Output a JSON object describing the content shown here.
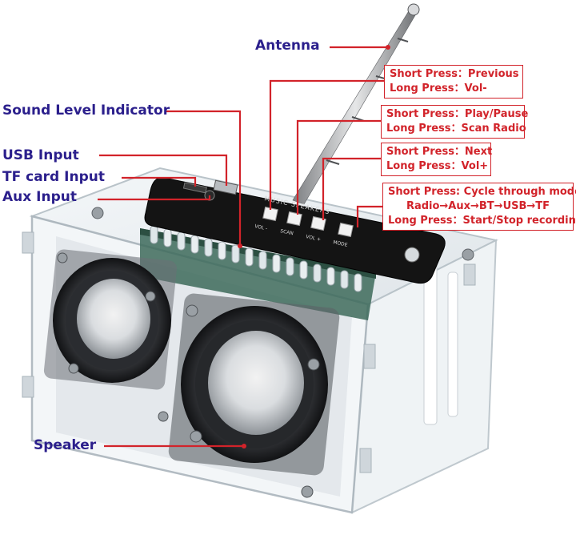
{
  "labels": {
    "antenna": "Antenna",
    "sound_level": "Sound Level Indicator",
    "usb_input": "USB Input",
    "tf_card_input": "TF card Input",
    "aux_input": "Aux Input",
    "speaker": "Speaker"
  },
  "buttons": {
    "prev": {
      "short": "Short Press：Previous",
      "long": "Long Press：Vol-"
    },
    "play": {
      "short": "Short Press：Play/Pause",
      "long": "Long Press：Scan Radio"
    },
    "next": {
      "short": "Short Press：Next",
      "long": "Long Press：Vol+"
    },
    "mode": {
      "short": "Short Press: Cycle through  mode",
      "cycle": "Radio→Aux→BT→USB→TF",
      "long": "Long Press：Start/Stop recording"
    }
  },
  "panel": {
    "brand": "MUSIC SPEAKERS",
    "btn_vol_minus": "VOL -",
    "btn_scan": "SCAN",
    "btn_vol_plus": "VOL +",
    "btn_mode": "MODE"
  },
  "colors": {
    "label_text": "#2b1f8c",
    "callout_red": "#d2232a",
    "panel_black": "#141414",
    "acrylic_edge": "#b9c3c9"
  }
}
